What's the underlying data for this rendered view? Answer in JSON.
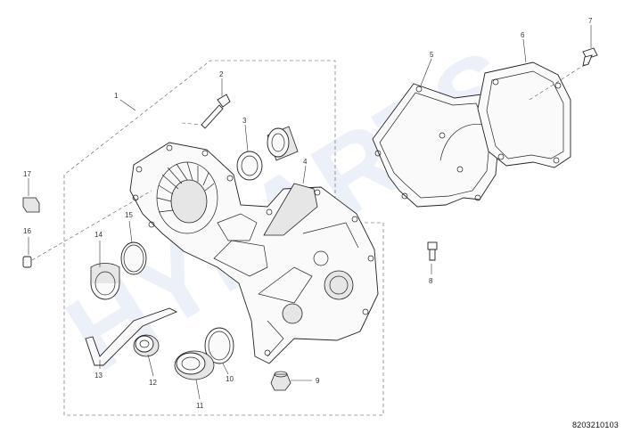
{
  "diagram": {
    "watermark": "HYPARTS",
    "reference_number": "8203210103",
    "callouts": [
      "1",
      "2",
      "3",
      "4",
      "5",
      "6",
      "7",
      "8",
      "9",
      "10",
      "11",
      "12",
      "13",
      "14",
      "15",
      "16",
      "17"
    ]
  }
}
